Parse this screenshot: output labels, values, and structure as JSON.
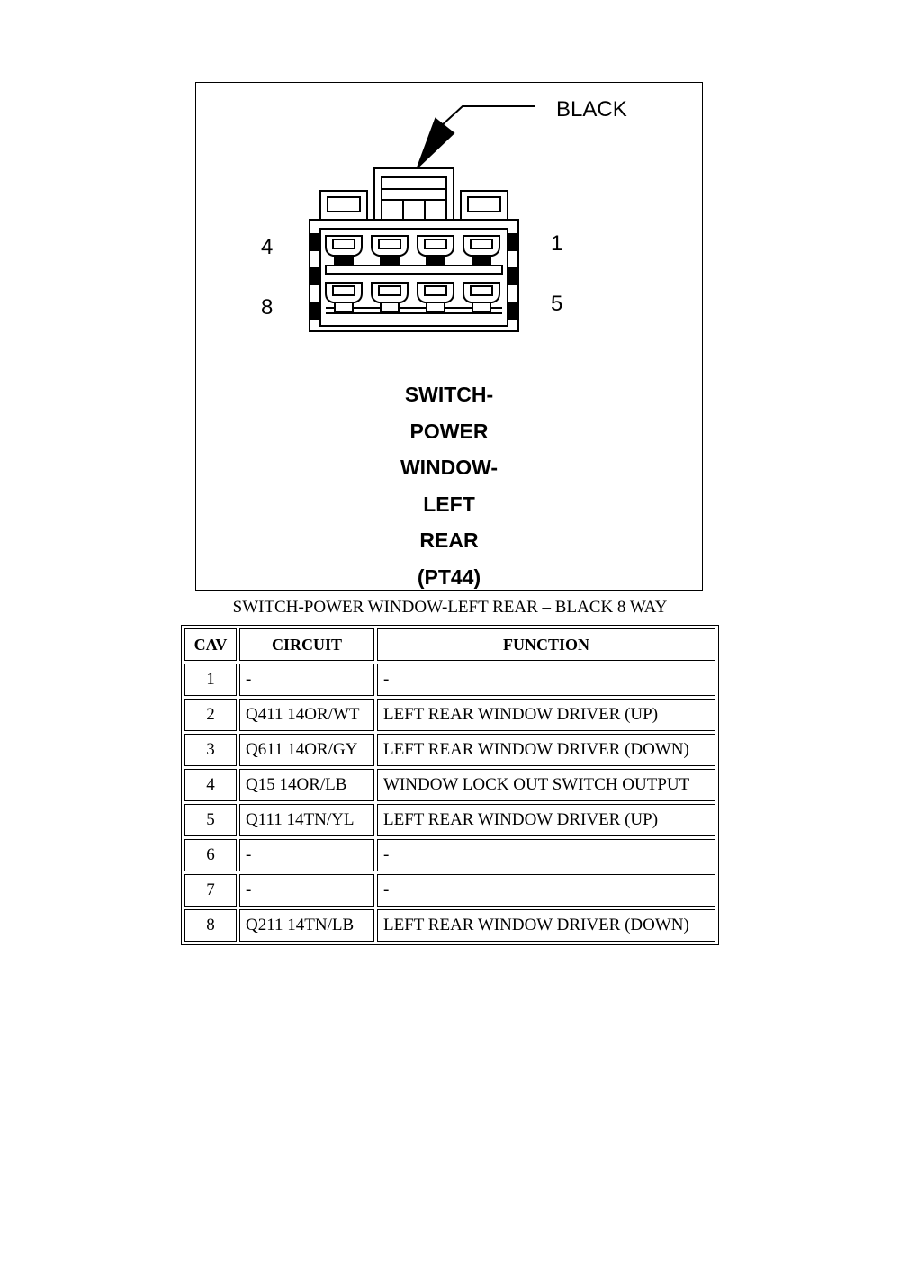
{
  "diagram": {
    "color_label": "BLACK",
    "pin_labels": {
      "top_left": "4",
      "bottom_left": "8",
      "top_right": "1",
      "bottom_right": "5"
    },
    "title_lines": [
      "SWITCH-",
      "POWER",
      "WINDOW-",
      "LEFT",
      "REAR",
      "(PT44)"
    ]
  },
  "caption": "SWITCH-POWER WINDOW-LEFT REAR – BLACK 8 WAY",
  "table": {
    "headers": {
      "cav": "CAV",
      "circuit": "CIRCUIT",
      "function": "FUNCTION"
    },
    "rows": [
      {
        "cav": "1",
        "circuit": "-",
        "function": "-"
      },
      {
        "cav": "2",
        "circuit": "Q411 14OR/WT",
        "function": "LEFT REAR WINDOW DRIVER (UP)"
      },
      {
        "cav": "3",
        "circuit": "Q611 14OR/GY",
        "function": "LEFT REAR WINDOW DRIVER (DOWN)"
      },
      {
        "cav": "4",
        "circuit": "Q15 14OR/LB",
        "function": "WINDOW LOCK OUT SWITCH OUTPUT"
      },
      {
        "cav": "5",
        "circuit": "Q111 14TN/YL",
        "function": "LEFT REAR WINDOW DRIVER (UP)"
      },
      {
        "cav": "6",
        "circuit": "-",
        "function": "-"
      },
      {
        "cav": "7",
        "circuit": "-",
        "function": "-"
      },
      {
        "cav": "8",
        "circuit": "Q211 14TN/LB",
        "function": "LEFT REAR WINDOW DRIVER (DOWN)"
      }
    ]
  }
}
